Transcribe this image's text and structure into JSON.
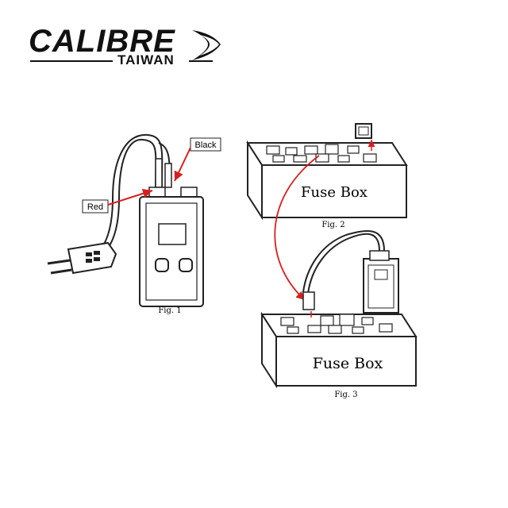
{
  "logo": {
    "brand": "CALIBRE",
    "sub": "TAIWAN"
  },
  "fig1": {
    "caption": "Fig. 1",
    "label_black": "Black",
    "label_red": "Red"
  },
  "fig2": {
    "caption": "Fig. 2",
    "box_label": "Fuse Box"
  },
  "fig3": {
    "caption": "Fig. 3",
    "box_label": "Fuse Box"
  },
  "colors": {
    "accent_red": "#d81e1e",
    "line": "#222222"
  }
}
